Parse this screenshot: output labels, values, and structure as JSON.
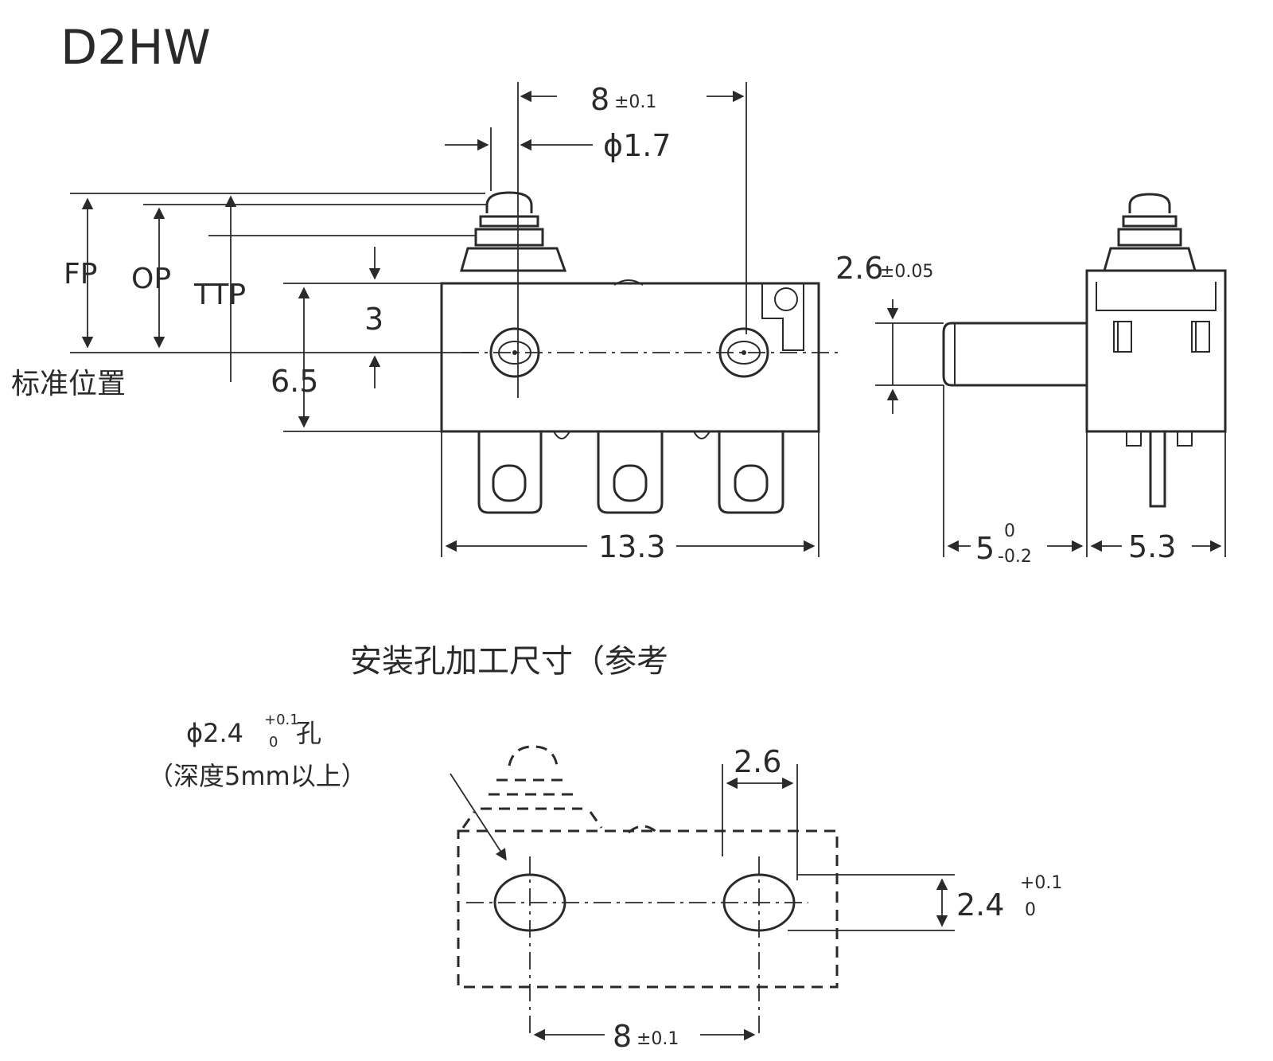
{
  "title": "D2HW",
  "labels": {
    "fp": "FP",
    "op": "OP",
    "ttp": "TTP",
    "standard_position": "标准位置",
    "mounting_title": "安装孔加工尺寸（参考",
    "hole_spec_main": "ϕ2.4",
    "hole_spec_tol_upper": "+0.1",
    "hole_spec_tol_lower": "0",
    "hole_spec_suffix": "孔",
    "hole_depth": "（深度5mm以上）"
  },
  "dimensions": {
    "pitch_top_value": "8",
    "pitch_top_tol": "±0.1",
    "diameter": "ϕ1.7",
    "hole_offset_value": "2.6",
    "hole_offset_tol": "±0.05",
    "travel_3": "3",
    "height_6_5": "6.5",
    "length": "13.3",
    "plunger_value": "5",
    "plunger_tol_upper": "0",
    "plunger_tol_lower": "-0.2",
    "side_width": "5.3",
    "mount_edge": "2.6",
    "mount_hole_value": "2.4",
    "mount_hole_tol_upper": "+0.1",
    "mount_hole_tol_lower": "0",
    "pitch_bottom_value": "8",
    "pitch_bottom_tol": "±0.1"
  }
}
